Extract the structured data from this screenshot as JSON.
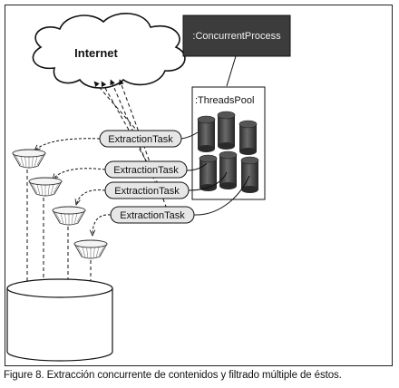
{
  "diagram": {
    "cloud_label": "Internet",
    "process_label": ":ConcurrentProcess",
    "pool_label": ":ThreadsPool",
    "tasks": [
      "ExtractionTask",
      "ExtractionTask",
      "ExtractionTask",
      "ExtractionTask"
    ]
  },
  "caption": "Figure 8. Extracción concurrente de contenidos y filtrado múltiple de éstos.",
  "colors": {
    "process_fill": "#3c3c3c",
    "cylinder_fill": "#4a4a4a",
    "line": "#111111"
  },
  "icons": [
    "cloud-icon",
    "filter-icon",
    "cylinder-icon",
    "database-icon"
  ]
}
